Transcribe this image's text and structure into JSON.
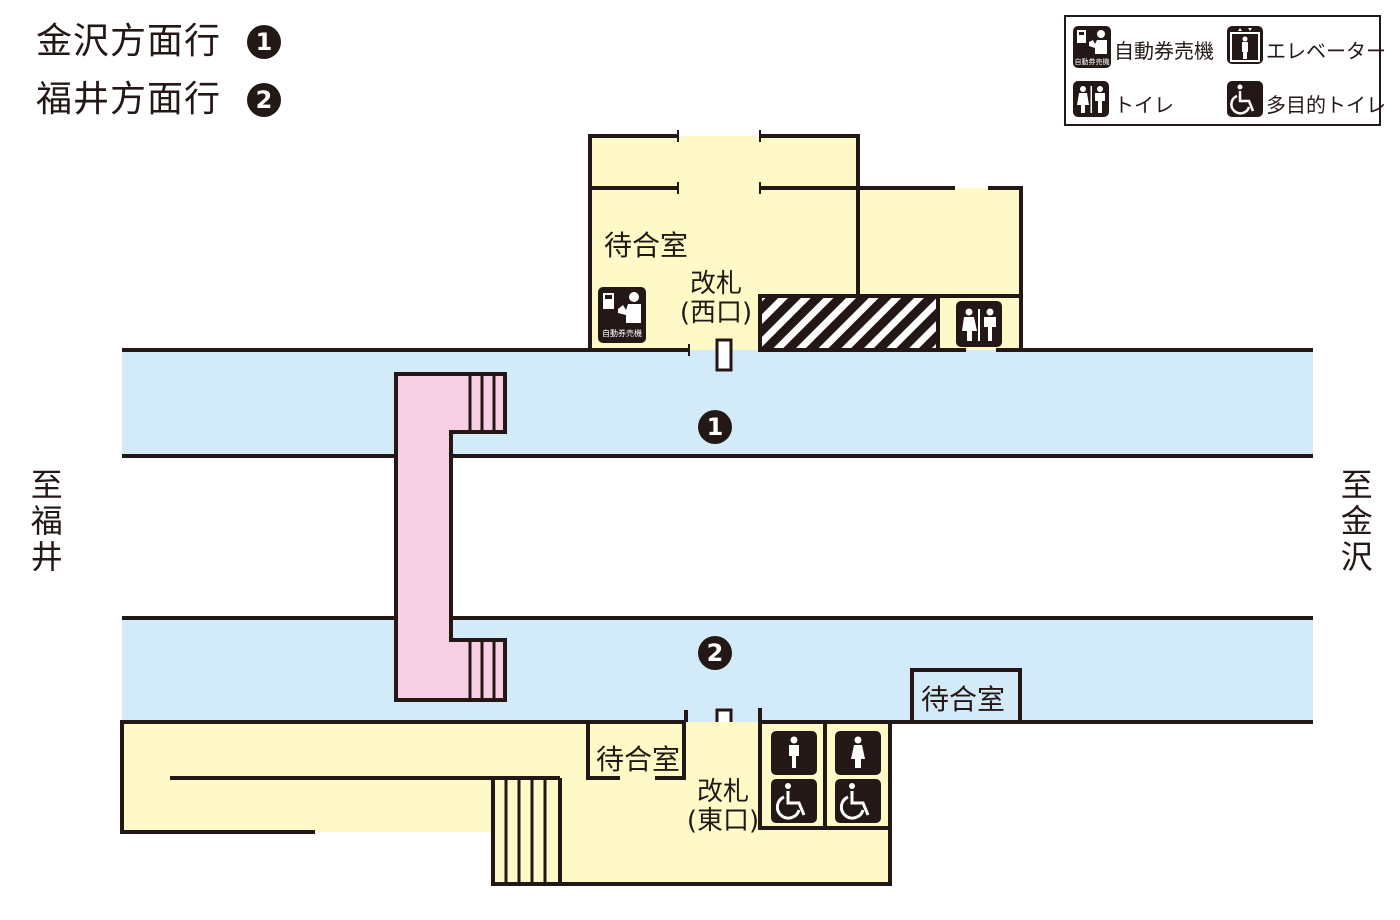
{
  "directions": [
    {
      "label": "金沢方面行",
      "platform": "1"
    },
    {
      "label": "福井方面行",
      "platform": "2"
    }
  ],
  "legend": {
    "items": [
      {
        "icon": "ticket-machine-icon",
        "label": "自動券売機",
        "icon_caption": "自動券売機"
      },
      {
        "icon": "elevator-icon",
        "label": "エレベーター"
      },
      {
        "icon": "restroom-icon",
        "label": "トイレ"
      },
      {
        "icon": "accessible-restroom-icon",
        "label": "多目的トイレ"
      }
    ]
  },
  "ends": {
    "west": "至福井",
    "east": "至金沢"
  },
  "rooms": {
    "waiting_north": "待合室",
    "waiting_south": "待合室",
    "waiting_platform2": "待合室"
  },
  "gates": {
    "west": {
      "line1": "改札",
      "line2": "(西口)"
    },
    "east": {
      "line1": "改札",
      "line2": "(東口)"
    }
  },
  "platform_marks": {
    "p1": "1",
    "p2": "2"
  },
  "ticket_machine_caption": "自動券売機",
  "colors": {
    "platform": "#d3ebf8",
    "concourse": "#fef9c6",
    "bridge": "#f8d0e3",
    "line": "#231815"
  }
}
